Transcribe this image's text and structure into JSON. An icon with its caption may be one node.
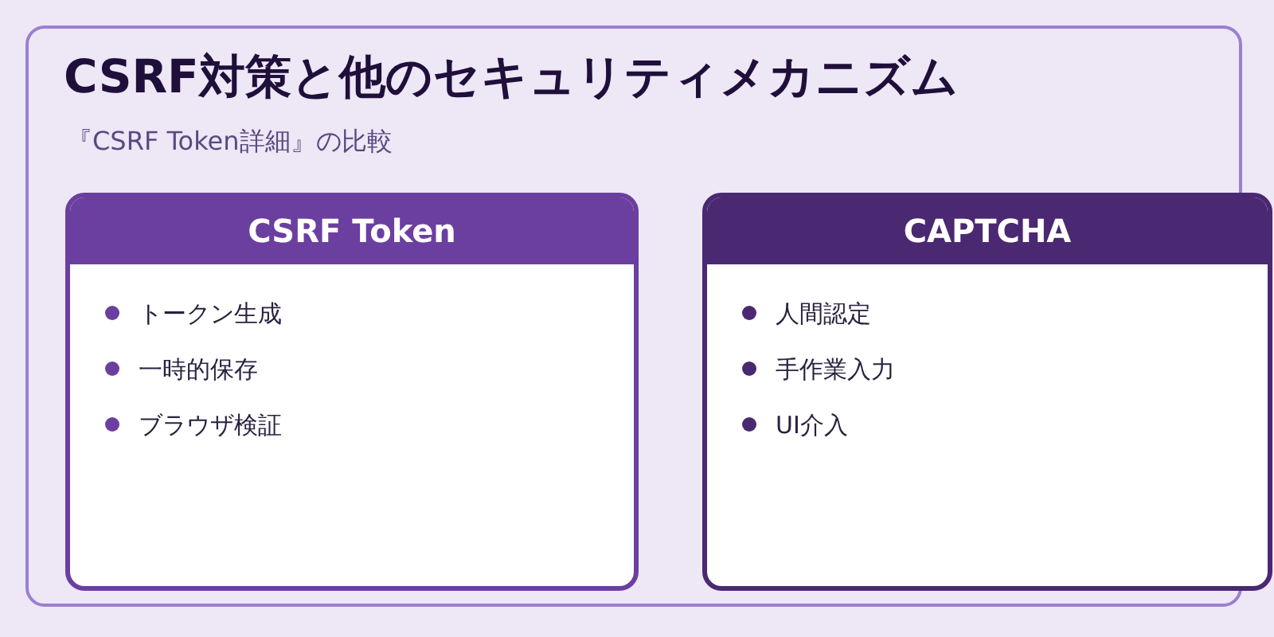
{
  "diagram": {
    "title": "CSRF対策と他のセキュリティメカニズム",
    "nodes": [
      {
        "text": [
          "CSRF Token",
          "トークン生成",
          "一時的保存",
          "ブラウザ検証"
        ]
      },
      {
        "text": [
          "CAPTCHA",
          "人間認定",
          "手作業入力",
          "UI介入"
        ]
      }
    ],
    "edges": [],
    "labels": [
      "『CSRF Token詳細』の比較"
    ]
  }
}
